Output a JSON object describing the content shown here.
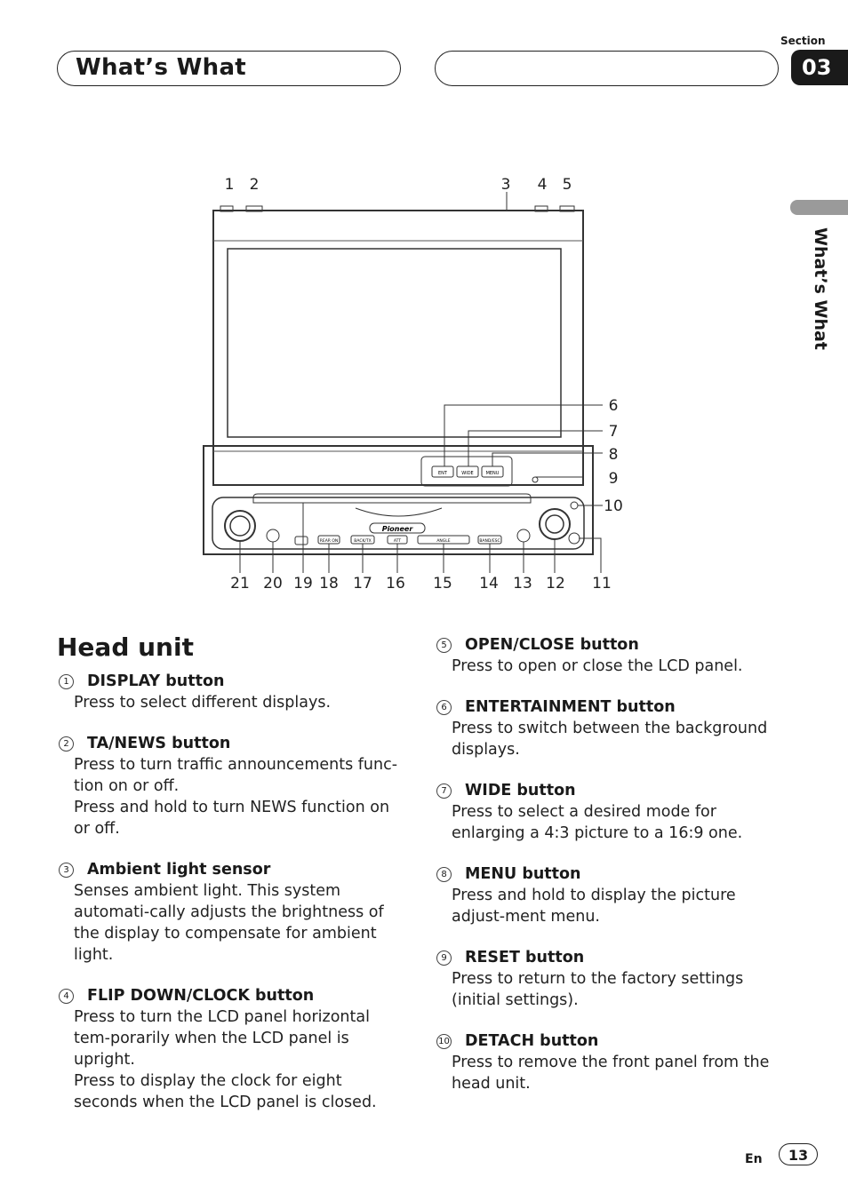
{
  "header": {
    "title": "What’s What",
    "section_label": "Section",
    "section_number": "03"
  },
  "side_tab": "What’s What",
  "diagram": {
    "callouts_top": [
      "1",
      "2",
      "3",
      "4",
      "5"
    ],
    "callouts_right": [
      "6",
      "7",
      "8",
      "9",
      "10"
    ],
    "callouts_bottom": [
      "21",
      "20",
      "19",
      "18",
      "17",
      "16",
      "15",
      "14",
      "13",
      "12",
      "11"
    ],
    "button_labels": [
      "ENT",
      "WIDE",
      "MENU",
      "REAR ON",
      "BACK/TX",
      "ATT",
      "ANGLE",
      "BAND/ESC",
      "Pioneer"
    ]
  },
  "heading": "Head unit",
  "items_left": [
    {
      "num": "1",
      "title": "DISPLAY button",
      "desc": [
        "Press to select different displays."
      ]
    },
    {
      "num": "2",
      "title": "TA/NEWS button",
      "desc": [
        "Press to turn traffic announcements func-tion on or off.",
        "Press and hold to turn NEWS function on or off."
      ]
    },
    {
      "num": "3",
      "title": "Ambient light sensor",
      "desc": [
        "Senses ambient light. This system automati-cally adjusts the brightness of the display to compensate for ambient light."
      ]
    },
    {
      "num": "4",
      "title": "FLIP DOWN/CLOCK button",
      "desc": [
        "Press to turn the LCD panel horizontal tem-porarily when the LCD panel is upright.",
        "Press to display the clock for eight seconds when the LCD panel is closed."
      ]
    }
  ],
  "items_right": [
    {
      "num": "5",
      "title": "OPEN/CLOSE button",
      "desc": [
        "Press to open or close the LCD panel."
      ]
    },
    {
      "num": "6",
      "title": "ENTERTAINMENT button",
      "desc": [
        "Press to switch between the background displays."
      ]
    },
    {
      "num": "7",
      "title": "WIDE button",
      "desc": [
        "Press to select a desired mode for enlarging a 4:3 picture to a 16:9 one."
      ]
    },
    {
      "num": "8",
      "title": "MENU button",
      "desc": [
        "Press and hold to display the picture adjust-ment menu."
      ]
    },
    {
      "num": "9",
      "title": "RESET button",
      "desc": [
        "Press to return to the factory settings (initial settings)."
      ]
    },
    {
      "num": "10",
      "title": "DETACH button",
      "desc": [
        "Press to remove the front panel from the head unit."
      ]
    }
  ],
  "footer": {
    "lang": "En",
    "page": "13"
  }
}
